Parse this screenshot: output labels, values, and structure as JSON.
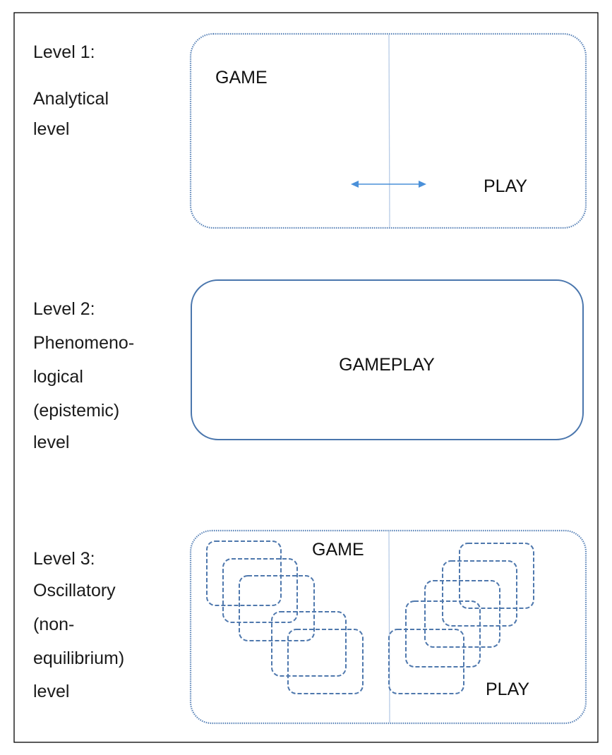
{
  "levels": [
    {
      "lines": [
        "Level 1:",
        "Analytical",
        "level"
      ],
      "box_left": "GAME",
      "box_right": "PLAY"
    },
    {
      "lines": [
        "Level 2:",
        "Phenomeno-",
        "logical",
        "(epistemic)",
        "level"
      ],
      "box_center": "GAMEPLAY"
    },
    {
      "lines": [
        "Level 3:",
        "Oscillatory",
        "(non-",
        "equilibrium)",
        "level"
      ],
      "box_left": "GAME",
      "box_right": "PLAY"
    }
  ],
  "colors": {
    "accent": "#4a76ad",
    "arrow": "#4a90d9"
  }
}
